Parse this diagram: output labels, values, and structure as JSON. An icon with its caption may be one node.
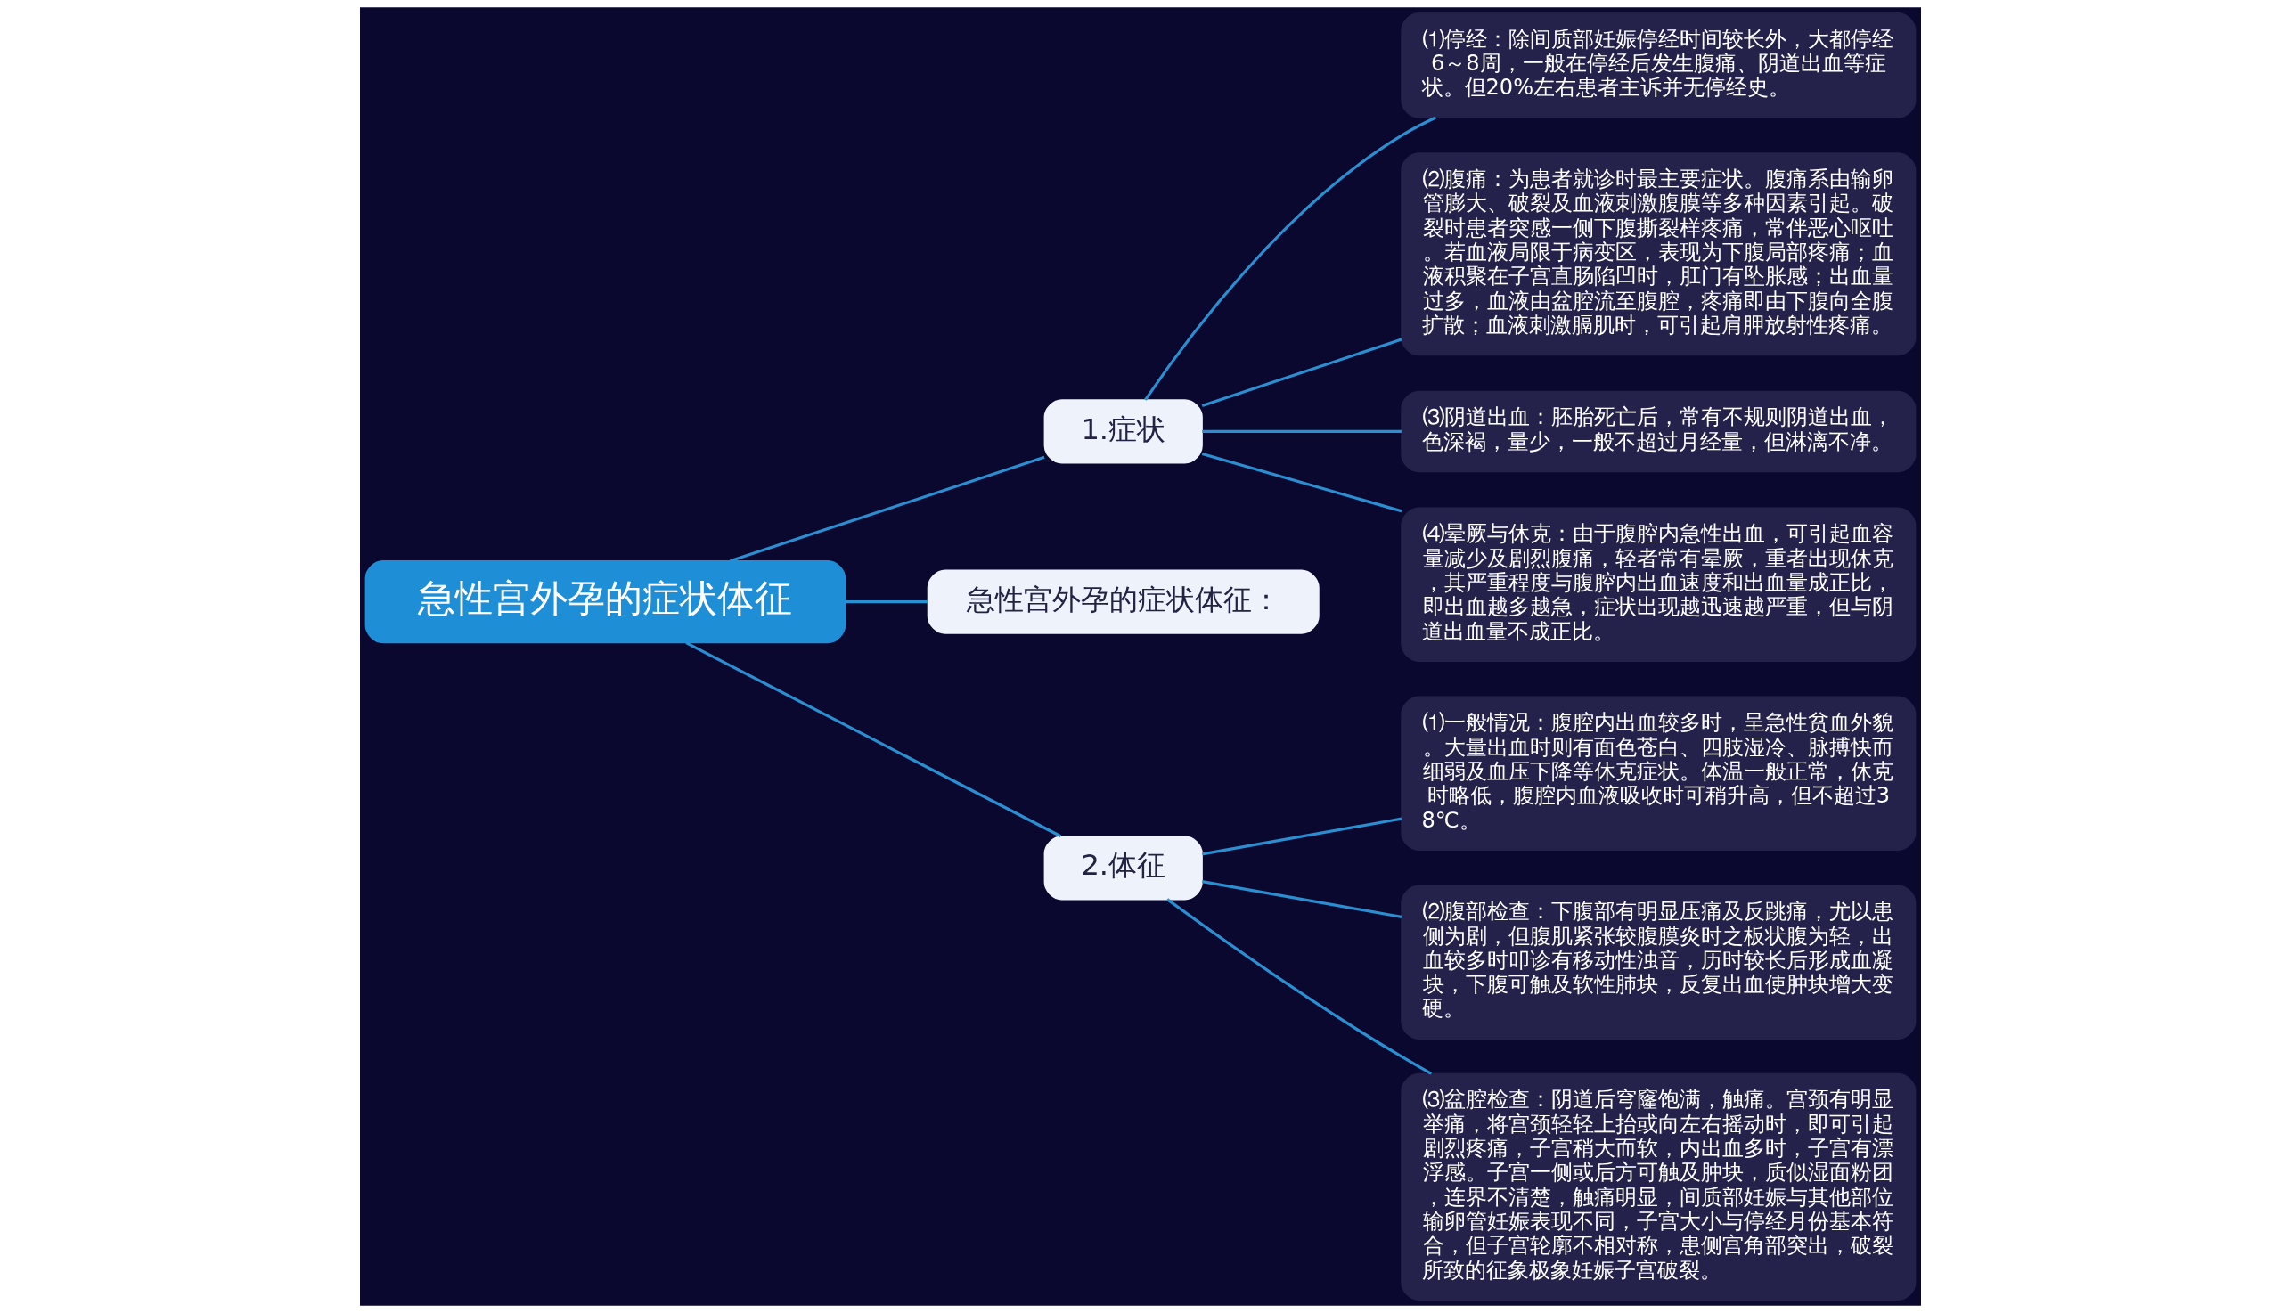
{
  "diagram": {
    "nodes": [
      {
        "text": [
          "急性宫外孕的症状体征"
        ]
      },
      {
        "text": [
          "1.症状"
        ]
      },
      {
        "text": [
          "⑴停经：除间质部妊娠停经时间较长外，大都停经6～8周，一般在停经后发生腹痛、阴道出血等症状。但20%左右患者主诉并无停经史。"
        ]
      },
      {
        "text": [
          "⑵腹痛：为患者就诊时最主要症状。腹痛系由输卵管膨大、破裂及血液刺激腹膜等多种因素引起。破裂时患者突感一侧下腹撕裂样疼痛，常伴恶心呕吐。若血液局限于病变区，表现为下腹局部疼痛；血液积聚在子宫直肠陷凹时，肛门有坠胀感；出血量过多，血液由盆腔流至腹腔，疼痛即由下腹向全腹扩散；血液刺激膈肌时，可引起肩胛放射性疼痛。"
        ]
      },
      {
        "text": [
          "⑶阴道出血：胚胎死亡后，常有不规则阴道出血，色深褐，量少，一般不超过月经量，但淋漓不净。"
        ]
      },
      {
        "text": [
          "⑷晕厥与休克：由于腹腔内急性出血，可引起血容量减少及剧烈腹痛，轻者常有晕厥，重者出现休克，其严重程度与腹腔内出血速度和出血量成正比，即出血越多越急，症状出现越迅速越严重，但与阴道出血量不成正比。"
        ]
      },
      {
        "text": [
          "急性宫外孕的症状体征："
        ]
      },
      {
        "text": [
          "2.体征"
        ]
      },
      {
        "text": [
          "⑴一般情况：腹腔内出血较多时，呈急性贫血外貌。大量出血时则有面色苍白、四肢湿冷、脉搏快而细弱及血压下降等休克症状。体温一般正常，休克时略低，腹腔内血液吸收时可稍升高，但不超过38℃。"
        ]
      },
      {
        "text": [
          "⑵腹部检查：下腹部有明显压痛及反跳痛，尤以患侧为剧，但腹肌紧张较腹膜炎时之板状腹为轻，出血较多时叩诊有移动性浊音，历时较长后形成血凝块，下腹可触及软性肺块，反复出血使肿块增大变硬。"
        ]
      },
      {
        "text": [
          "⑶盆腔检查：阴道后穹窿饱满，触痛。宫颈有明显举痛，将宫颈轻轻上抬或向左右摇动时，即可引起剧烈疼痛，子宫稍大而软，内出血多时，子宫有漂浮感。子宫一侧或后方可触及肿块，质似湿面粉团，连界不清楚，触痛明显，间质部妊娠与其他部位输卵管妊娠表现不同，子宫大小与停经月份基本符合，但子宫轮廓不相对称，患侧宫角部突出，破裂所致的征象极象妊娠子宫破裂。"
        ]
      }
    ],
    "edges": [
      {
        "from": 0,
        "to": 1,
        "arrow": "none"
      },
      {
        "from": 1,
        "to": 2,
        "arrow": "none"
      },
      {
        "from": 1,
        "to": 3,
        "arrow": "none"
      },
      {
        "from": 1,
        "to": 4,
        "arrow": "none"
      },
      {
        "from": 1,
        "to": 5,
        "arrow": "none"
      },
      {
        "from": 0,
        "to": 6,
        "arrow": "none"
      },
      {
        "from": 0,
        "to": 7,
        "arrow": "none"
      },
      {
        "from": 7,
        "to": 8,
        "arrow": "none"
      },
      {
        "from": 7,
        "to": 9,
        "arrow": "none"
      },
      {
        "from": 7,
        "to": 10,
        "arrow": "none"
      }
    ]
  }
}
